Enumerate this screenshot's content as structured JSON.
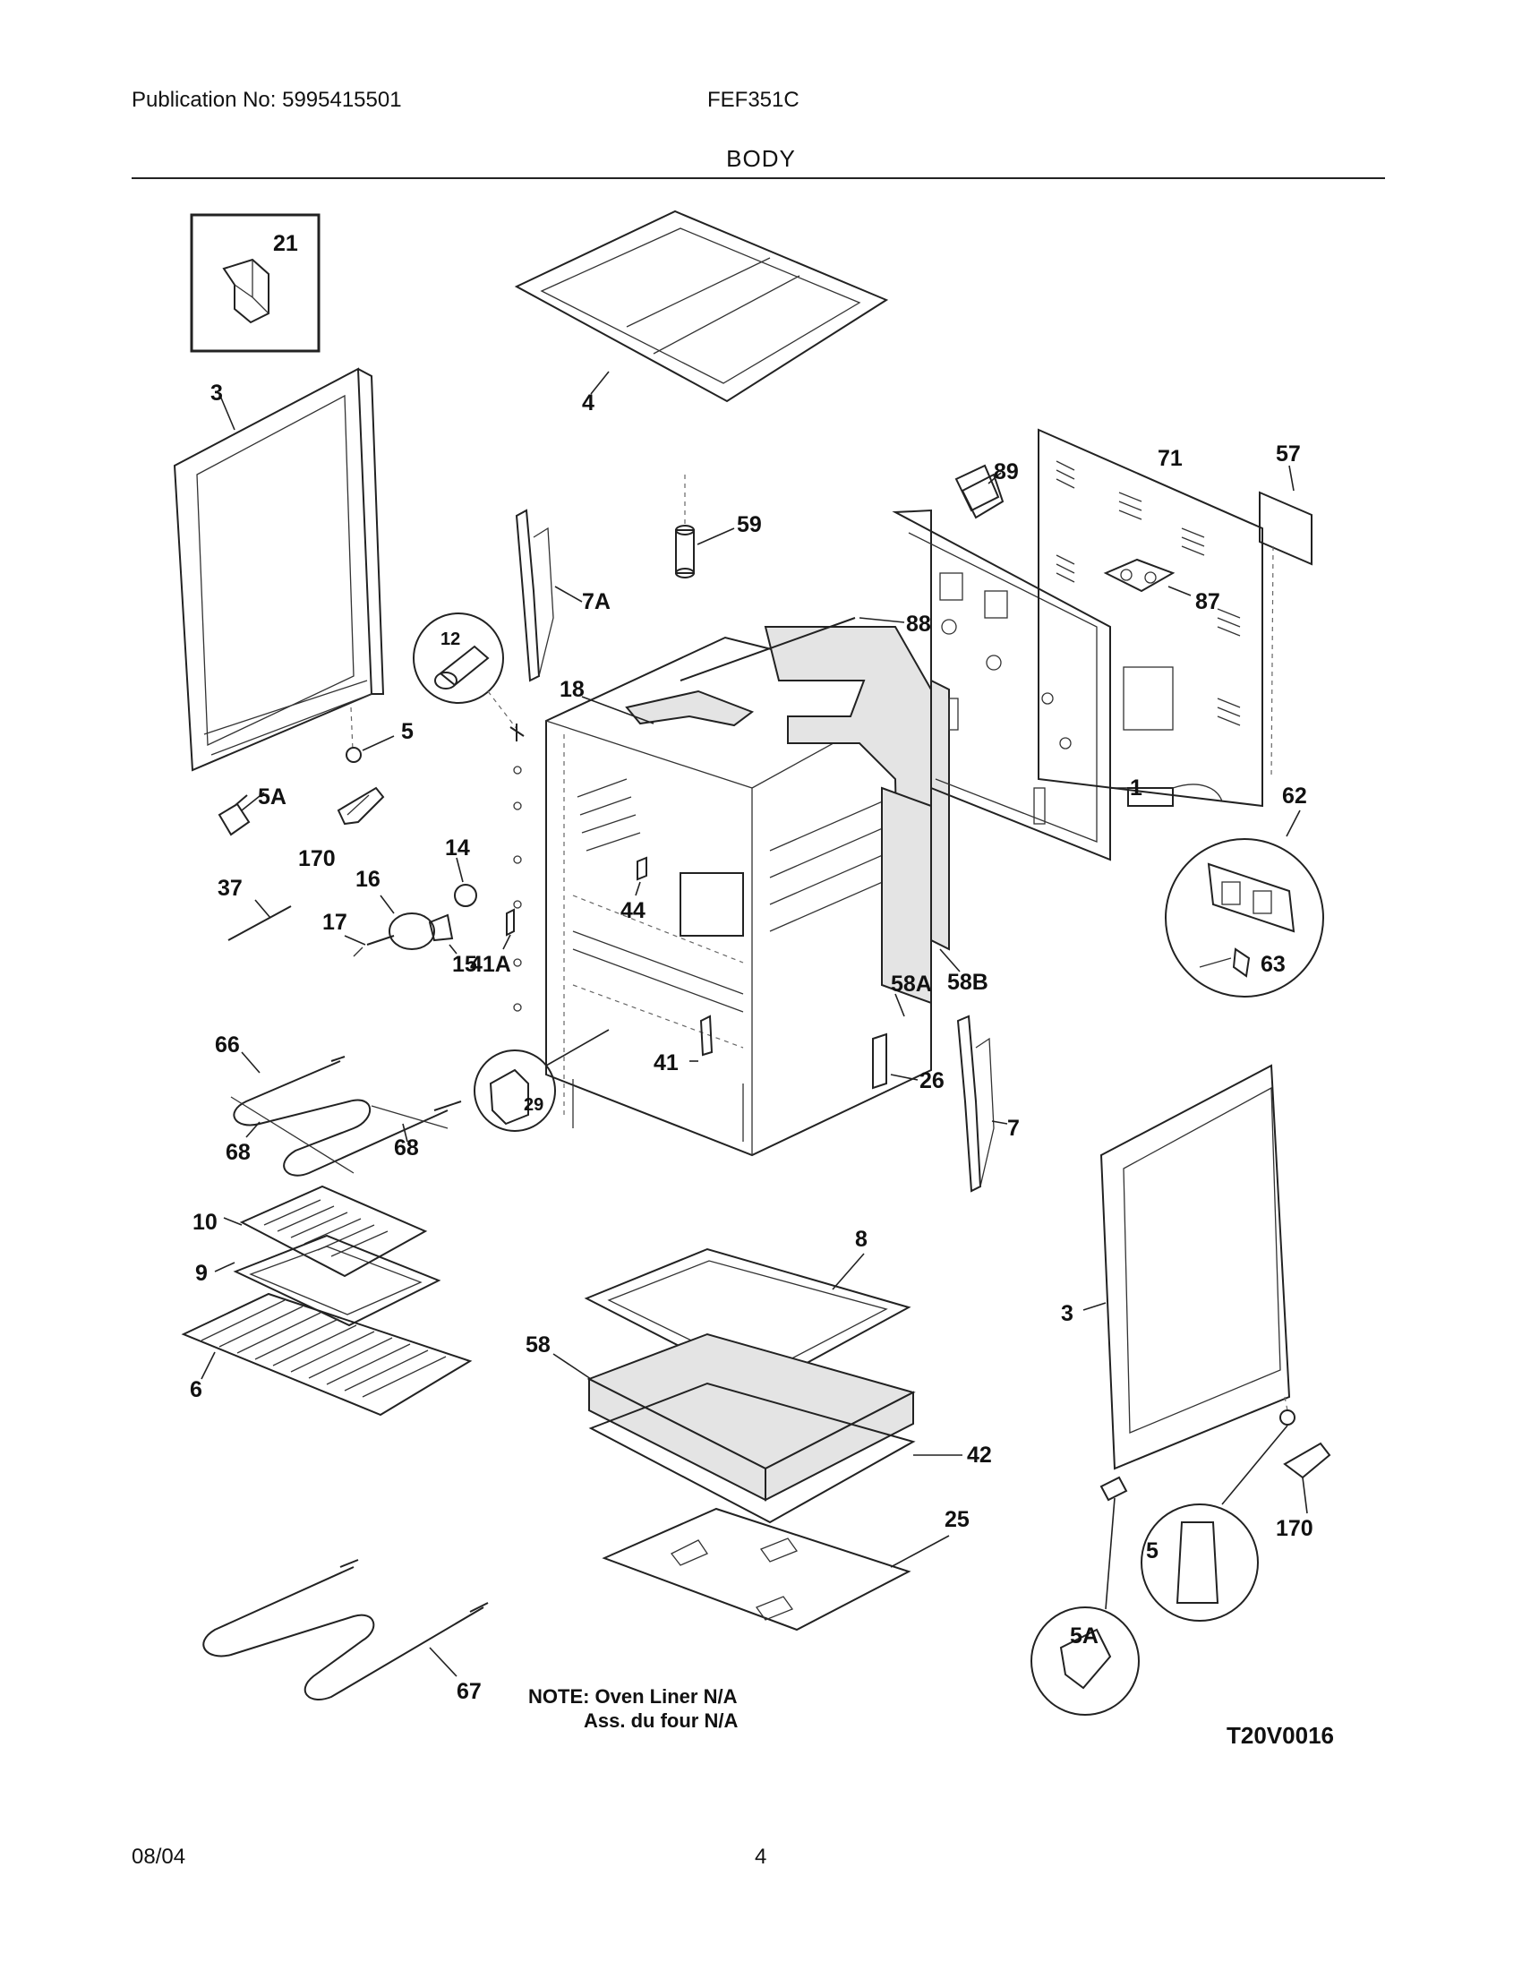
{
  "header": {
    "publication": "Publication No: 5995415501",
    "model": "FEF351C",
    "section": "BODY"
  },
  "diagram": {
    "labels": {
      "p21": "21",
      "p3a": "3",
      "p4": "4",
      "p57": "57",
      "p71": "71",
      "p89": "89",
      "p59": "59",
      "p87": "87",
      "p7a": "7A",
      "p88": "88",
      "p12": "12",
      "p18": "18",
      "p5a": "5",
      "p1": "1",
      "p62": "62",
      "p5aa": "5A",
      "p170a": "170",
      "p14": "14",
      "p16": "16",
      "p37": "37",
      "p17": "17",
      "p15": "15",
      "p44": "44",
      "p41a": "41A",
      "p58a": "58A",
      "p58b": "58B",
      "p63": "63",
      "p66": "66",
      "p41": "41",
      "p26": "26",
      "p29": "29",
      "p7": "7",
      "p68a": "68",
      "p68b": "68",
      "p10": "10",
      "p8": "8",
      "p9": "9",
      "p3b": "3",
      "p6": "6",
      "p58": "58",
      "p42": "42",
      "p25": "25",
      "p170b": "170",
      "p5b": "5",
      "p5ab": "5A",
      "p67": "67"
    },
    "note_line1": "NOTE: Oven Liner N/A",
    "note_line2": "Ass. du four N/A",
    "figure_code": "T20V0016"
  },
  "footer": {
    "date": "08/04",
    "page": "4"
  }
}
